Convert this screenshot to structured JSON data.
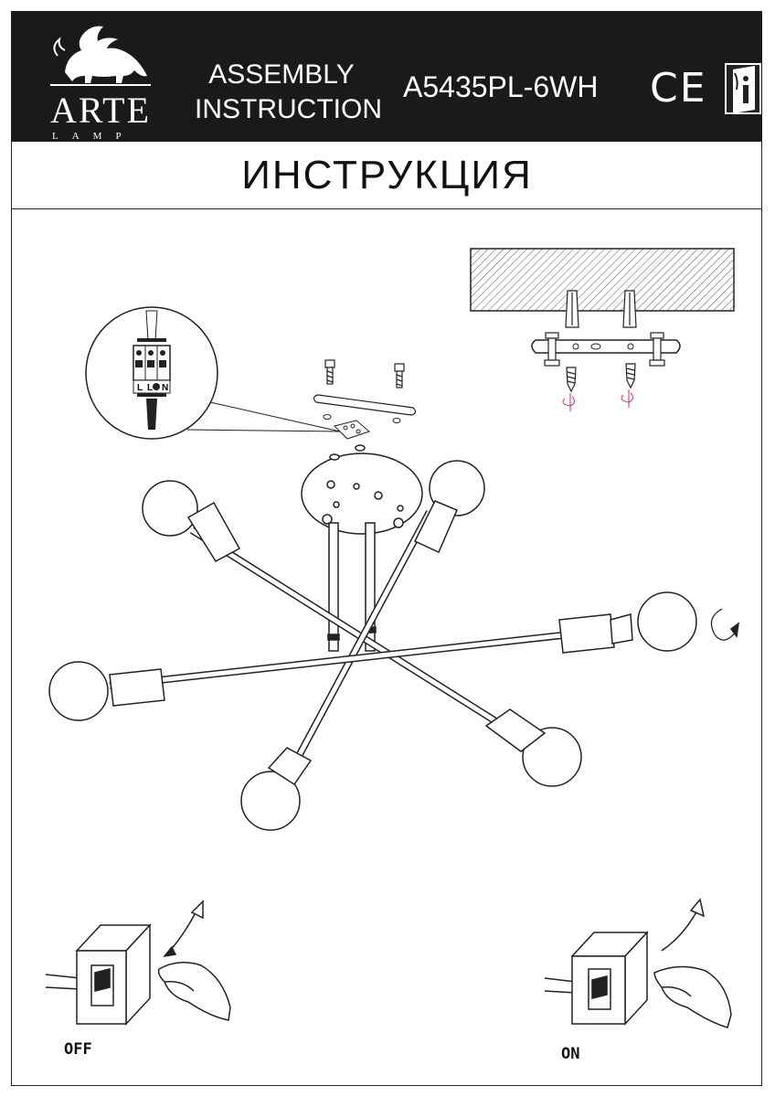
{
  "header": {
    "logo_text": "ARTE",
    "logo_subtext": "LAMP",
    "assembly_line1": "ASSEMBLY",
    "assembly_line2": "INSTRUCTION",
    "model": "A5435PL-6WH",
    "ce_mark": "CE",
    "info_icon": "manual-info-icon",
    "background_color": "#1a1a1a"
  },
  "title": "ИНСТРУКЦИЯ",
  "wiring_detail": {
    "terminal_labels": [
      "L",
      "L",
      "N"
    ]
  },
  "switches": {
    "off_label": "OFF",
    "on_label": "ON"
  }
}
